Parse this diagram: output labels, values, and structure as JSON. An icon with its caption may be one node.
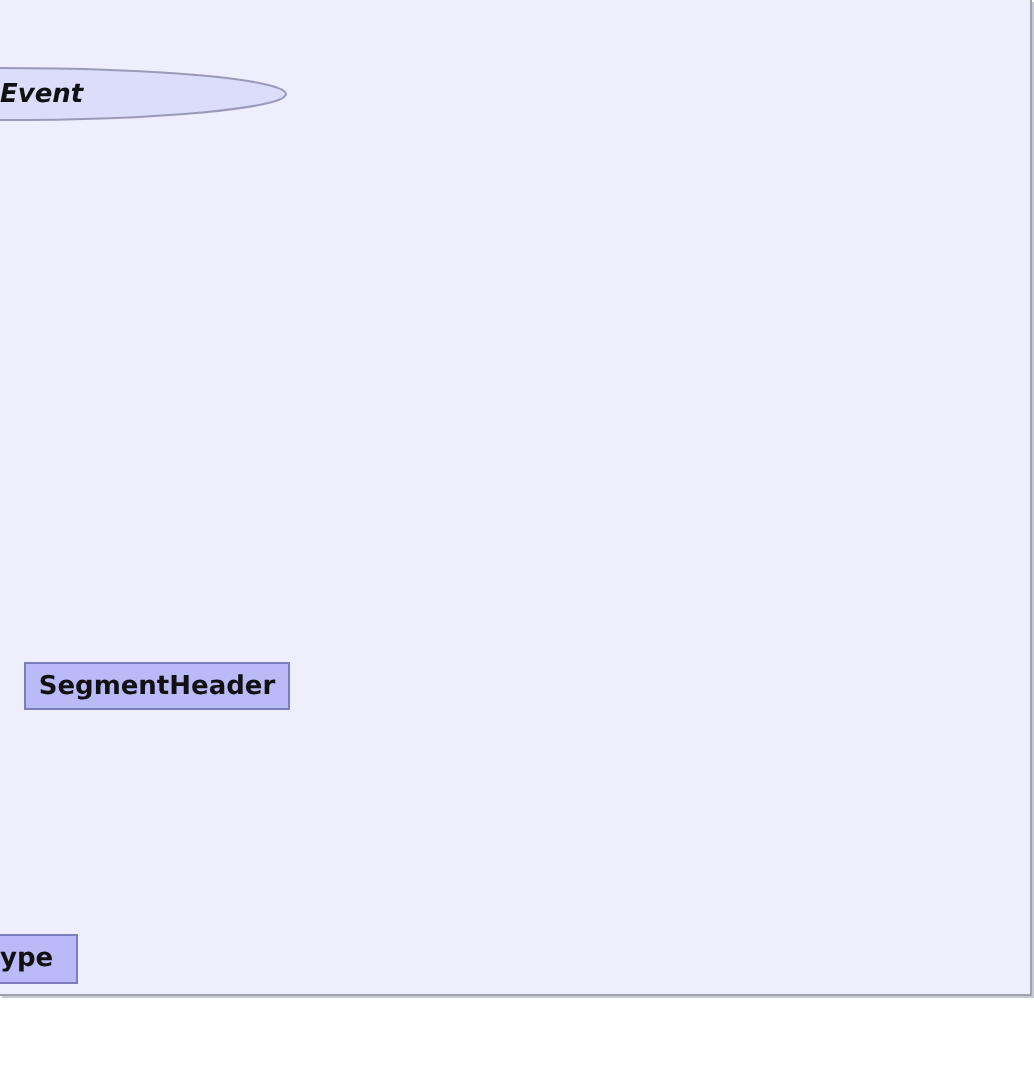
{
  "diagram": {
    "nodes": [
      {
        "text": [
          "Event"
        ]
      },
      {
        "text": [
          "SegmentHeader"
        ]
      },
      {
        "text": [
          "ype"
        ]
      }
    ]
  }
}
